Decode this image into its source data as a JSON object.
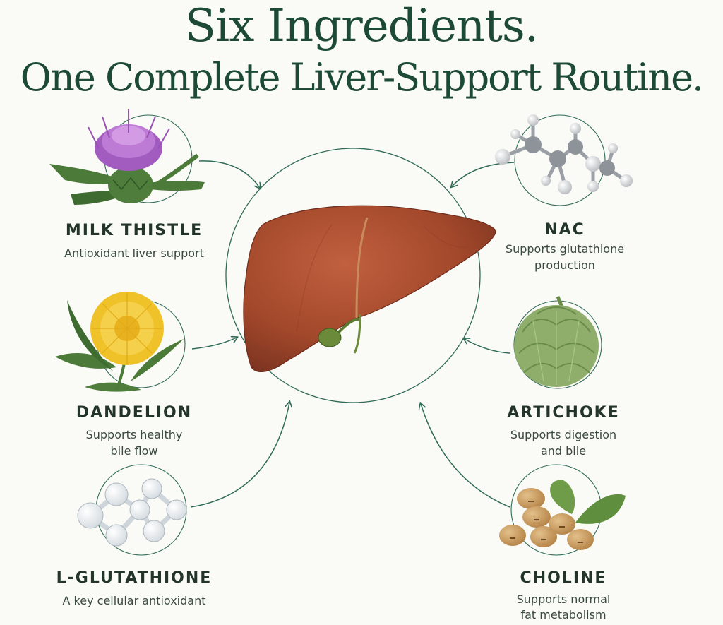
{
  "title": {
    "line1": "Six Ingredients.",
    "line2": "One Complete Liver-Support Routine."
  },
  "ingredients": [
    {
      "name": "MILK THISTLE",
      "desc1": "Antioxidant liver support",
      "desc2": "",
      "icon": "milk-thistle-icon"
    },
    {
      "name": "DANDELION",
      "desc1": "Supports healthy",
      "desc2": "bile flow",
      "icon": "dandelion-icon"
    },
    {
      "name": "L-GLUTATHIONE",
      "desc1": "A key cellular antioxidant",
      "desc2": "",
      "icon": "glutathione-molecule-icon"
    },
    {
      "name": "NAC",
      "desc1": "Supports glutathione",
      "desc2": "production",
      "icon": "nac-molecule-icon"
    },
    {
      "name": "ARTICHOKE",
      "desc1": "Supports digestion",
      "desc2": "and bile",
      "icon": "artichoke-icon"
    },
    {
      "name": "CHOLINE",
      "desc1": "Supports normal",
      "desc2": "fat metabolism",
      "icon": "soybean-icon"
    }
  ],
  "center": {
    "icon": "liver-icon"
  },
  "colors": {
    "title": "#1d4a36",
    "accent": "#2f6b55",
    "liver": "#a0472c",
    "text": "#233528"
  }
}
